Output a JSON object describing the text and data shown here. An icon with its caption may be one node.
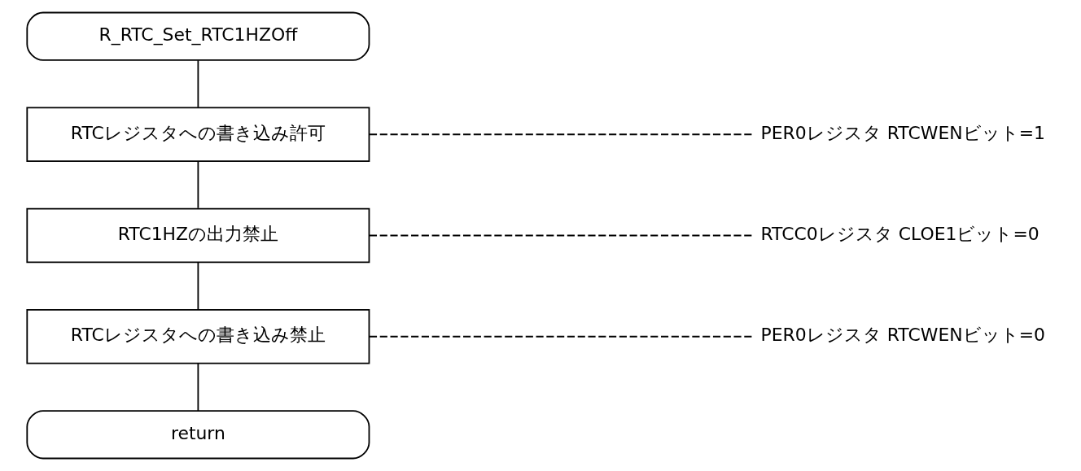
{
  "diagram": {
    "nodes": [
      {
        "text": [
          "R_RTC_Set_RTC1HZOff"
        ]
      },
      {
        "text": [
          "RTCレジスタへの書き込み許可"
        ]
      },
      {
        "text": [
          "PER0レジスタ RTCWENビット=1"
        ]
      },
      {
        "text": [
          "RTC1HZの出力禁止"
        ]
      },
      {
        "text": [
          "RTCC0レジスタ CLOE1ビット=0"
        ]
      },
      {
        "text": [
          "RTCレジスタへの書き込み禁止"
        ]
      },
      {
        "text": [
          "PER0レジスタ RTCWENビット=0"
        ]
      },
      {
        "text": [
          "return"
        ]
      }
    ],
    "edges": [
      {
        "from": 0,
        "to": 1,
        "arrow": "none"
      },
      {
        "from": 1,
        "to": 2,
        "arrow": "none",
        "style": "dashed"
      },
      {
        "from": 1,
        "to": 3,
        "arrow": "none"
      },
      {
        "from": 3,
        "to": 4,
        "arrow": "none",
        "style": "dashed"
      },
      {
        "from": 3,
        "to": 5,
        "arrow": "none"
      },
      {
        "from": 5,
        "to": 6,
        "arrow": "none",
        "style": "dashed"
      },
      {
        "from": 5,
        "to": 7,
        "arrow": "none"
      }
    ]
  }
}
